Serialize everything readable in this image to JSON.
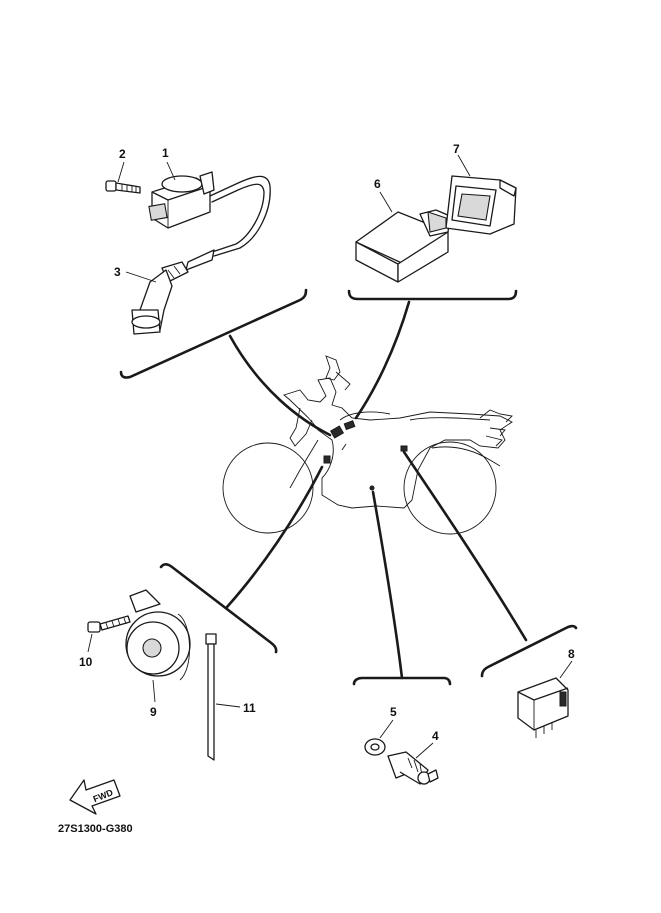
{
  "diagram_code": "27S1300-G380",
  "fwd_label": "FWD",
  "callouts": {
    "c1": "1",
    "c2": "2",
    "c3": "3",
    "c4": "4",
    "c5": "5",
    "c6": "6",
    "c7": "7",
    "c8": "8",
    "c9": "9",
    "c10": "10",
    "c11": "11"
  }
}
